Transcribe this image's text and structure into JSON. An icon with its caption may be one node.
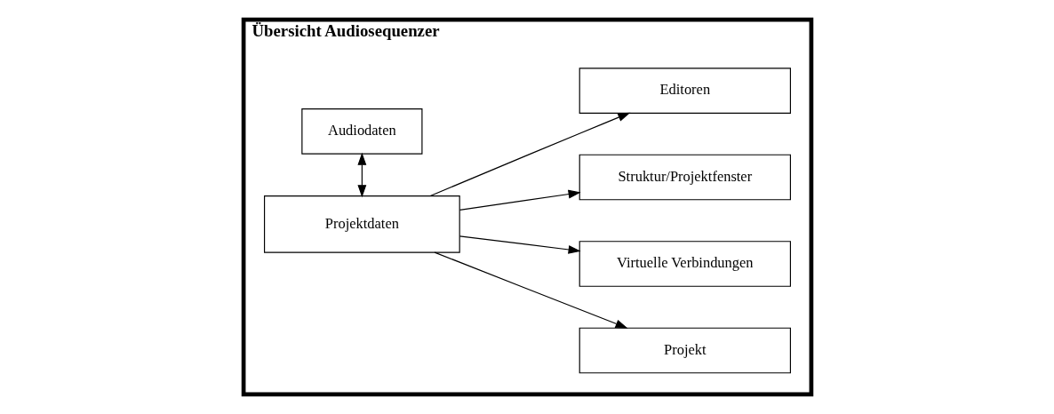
{
  "diagram": {
    "nodes": [
      {
        "text": [
          "Übersicht Audiosequenzer"
        ]
      },
      {
        "text": [
          "Projektdaten"
        ],
        "in": 0
      },
      {
        "text": [
          "Audiodaten"
        ],
        "in": 0
      },
      {
        "text": [
          "Projekt"
        ],
        "in": 0
      },
      {
        "text": [
          "Virtuelle Verbindungen"
        ],
        "in": 0
      },
      {
        "text": [
          "Struktur/Projektfenster"
        ],
        "in": 0
      },
      {
        "text": [
          "Editoren"
        ],
        "in": 0
      }
    ],
    "edges": [
      {
        "from": 1,
        "to": 3,
        "arrow": "to"
      },
      {
        "from": 1,
        "to": 4,
        "arrow": "to"
      },
      {
        "from": 1,
        "to": 5,
        "arrow": "to"
      },
      {
        "from": 1,
        "to": 6,
        "arrow": "to"
      },
      {
        "from": 1,
        "to": 2,
        "arrow": "both"
      }
    ]
  }
}
